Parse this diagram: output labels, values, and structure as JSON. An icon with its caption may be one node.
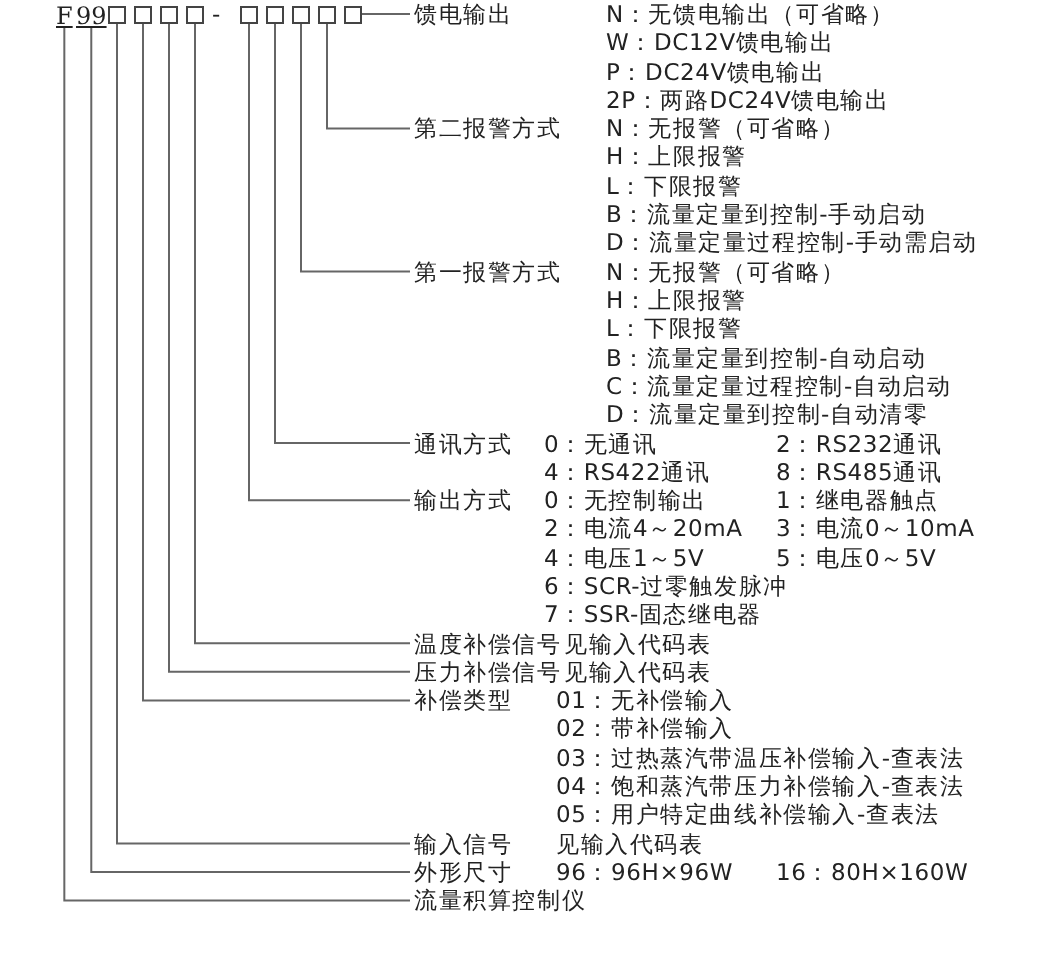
{
  "diagram": {
    "nodes": [
      {
        "text": [
          "F"
        ]
      },
      {
        "text": [
          "99"
        ]
      },
      {
        "text": [],
        "shape": "box"
      },
      {
        "text": [],
        "shape": "box"
      },
      {
        "text": [],
        "shape": "box"
      },
      {
        "text": [],
        "shape": "box"
      },
      {
        "text": [],
        "shape": "box"
      },
      {
        "text": [],
        "shape": "box"
      },
      {
        "text": [],
        "shape": "box"
      },
      {
        "text": [],
        "shape": "box"
      },
      {
        "text": [],
        "shape": "box"
      },
      {
        "text": [
          "馈电输出",
          "N：无馈电输出（可省略）",
          "W：DC12V馈电输出",
          "P：DC24V馈电输出",
          "2P：两路DC24V馈电输出"
        ]
      },
      {
        "text": [
          "第二报警方式",
          "N：无报警（可省略）",
          "H：上限报警",
          "L：下限报警",
          "B：流量定量到控制-手动启动",
          "D：流量定量过程控制-手动需启动"
        ]
      },
      {
        "text": [
          "第一报警方式",
          "N：无报警（可省略）",
          "H：上限报警",
          "L：下限报警",
          "B：流量定量到控制-自动启动",
          "C：流量定量过程控制-自动启动",
          "D：流量定量到控制-自动清零"
        ]
      },
      {
        "text": [
          "通讯方式",
          "0：无通讯",
          "2：RS232通讯",
          "4：RS422通讯",
          "8：RS485通讯"
        ]
      },
      {
        "text": [
          "输出方式",
          "0：无控制输出",
          "1：继电器触点",
          "2：电流4～20mA",
          "3：电流0～10mA",
          "4：电压1～5V",
          "5：电压0～5V",
          "6：SCR-过零触发脉冲",
          "7：SSR-固态继电器"
        ]
      },
      {
        "text": [
          "温度补偿信号",
          "见输入代码表"
        ]
      },
      {
        "text": [
          "压力补偿信号",
          "见输入代码表"
        ]
      },
      {
        "text": [
          "补偿类型",
          "01：无补偿输入",
          "02：带补偿输入",
          "03：过热蒸汽带温压补偿输入-查表法",
          "04：饱和蒸汽带压力补偿输入-查表法",
          "05：用户特定曲线补偿输入-查表法"
        ]
      },
      {
        "text": [
          "输入信号",
          "见输入代码表"
        ]
      },
      {
        "text": [
          "外形尺寸",
          "96：96H×96W",
          "16：80H×160W"
        ]
      },
      {
        "text": [
          "流量积算控制仪"
        ]
      }
    ],
    "edges": [
      {
        "from": 10,
        "to": 11,
        "arrow": "none"
      },
      {
        "from": 9,
        "to": 12,
        "arrow": "none"
      },
      {
        "from": 8,
        "to": 13,
        "arrow": "none"
      },
      {
        "from": 7,
        "to": 14,
        "arrow": "none"
      },
      {
        "from": 6,
        "to": 15,
        "arrow": "none"
      },
      {
        "from": 5,
        "to": 16,
        "arrow": "none"
      },
      {
        "from": 4,
        "to": 17,
        "arrow": "none"
      },
      {
        "from": 3,
        "to": 18,
        "arrow": "none"
      },
      {
        "from": 2,
        "to": 19,
        "arrow": "none"
      },
      {
        "from": 1,
        "to": 20,
        "arrow": "none"
      },
      {
        "from": 0,
        "to": 21,
        "arrow": "none"
      }
    ],
    "labels": [
      "-"
    ]
  }
}
